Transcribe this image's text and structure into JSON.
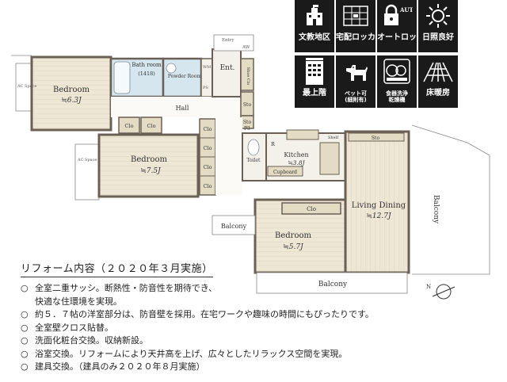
{
  "icons": [
    {
      "label": "文教地区",
      "icon": "school-building-icon"
    },
    {
      "label": "宅配ロッカー",
      "icon": "delivery-locker-icon"
    },
    {
      "label": "オートロック",
      "icon": "auto-lock-icon",
      "badge": "AUTO"
    },
    {
      "label": "日照良好",
      "icon": "sun-icon"
    },
    {
      "label": "最上階",
      "icon": "top-floor-building-icon"
    },
    {
      "label": "ペット可\n(細則有)",
      "icon": "pet-dog-icon"
    },
    {
      "label": "食器洗浄\n乾燥機",
      "icon": "dishwasher-icon"
    },
    {
      "label": "床暖房",
      "icon": "floor-heating-icon"
    }
  ],
  "floorplan": {
    "rooms": {
      "bedroom_nw": {
        "name": "Bedroom",
        "size": "≒6.3J"
      },
      "bedroom_w": {
        "name": "Bedroom",
        "size": "≒7.5J"
      },
      "bedroom_s": {
        "name": "Bedroom",
        "size": "≒5.7J"
      },
      "living": {
        "name": "Living Dining",
        "size": "≒12.7J"
      },
      "kitchen": {
        "name": "Kitchen",
        "size": "≒3.8J"
      },
      "bathroom": {
        "name": "Bath room",
        "note": "(1418)"
      },
      "powder": {
        "name": "Powder Room"
      },
      "toilet": {
        "name": "Toilet"
      },
      "entrance": {
        "name": "Ent."
      },
      "hall": {
        "name": "Hall"
      }
    },
    "labels": {
      "entry": "Entry",
      "ac_space": "AC Space",
      "balcony": "Balcony",
      "clo": "Clo",
      "sto": "Sto",
      "shoe_clo": "Shoe Clo",
      "cupboard": "Cupboard",
      "shelf": "Shelf",
      "p3": "P3",
      "r": "R",
      "aw": "AW",
      "wm": "WM",
      "ps": "PS",
      "north": "N"
    }
  },
  "notes": {
    "title": "リフォーム内容（２０２０年３月実施）",
    "items": [
      {
        "text": "全室二重サッシ。断熱性・防音性を期待でき、",
        "cont": "快適な住環境を実現。"
      },
      {
        "text": "約５．７帖の洋室部分は、防音壁を採用。在宅ワークや趣味の時間にもぴったりです。"
      },
      {
        "text": "全室壁クロス貼替。"
      },
      {
        "text": "洗面化粧台交換。収納新設。"
      },
      {
        "text": "浴室交換。リフォームにより天井高を上げ、広々としたリラックス空間を実現。"
      },
      {
        "text": "建具交換。（建具のみ２０２０年８月実施）"
      }
    ]
  },
  "colors": {
    "icon_bg": "#1a1a1a",
    "floor_beige": "#efe7d6",
    "closet": "#e3dbc3",
    "bath_blue": "#d6e6ee",
    "wall": "#6b6055"
  }
}
